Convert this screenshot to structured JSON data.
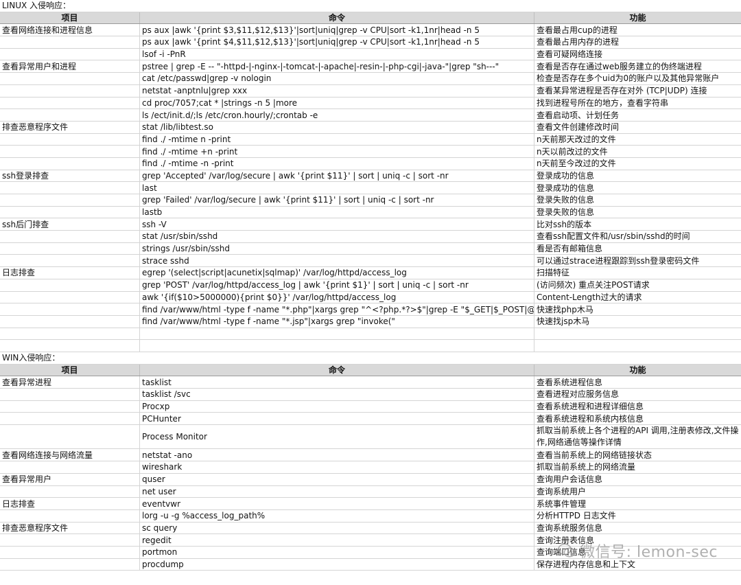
{
  "linux": {
    "title": "LINUX 入侵响应：",
    "headers": [
      "项目",
      "命令",
      "功能"
    ],
    "rows": [
      [
        "查看网络连接和进程信息",
        "ps aux |awk '{print $3,$11,$12,$13}'|sort|uniq|grep -v CPU|sort -k1,1nr|head -n 5",
        "查看最占用cup的进程"
      ],
      [
        "",
        "ps aux |awk '{print $4,$11,$12,$13}'|sort|uniq|grep -v CPU|sort -k1,1nr|head -n 5",
        "查看最占用内存的进程"
      ],
      [
        "",
        "lsof -i -PnR",
        "查看可疑网络连接"
      ],
      [
        "查看异常用户和进程",
        "pstree | grep -E -- \"-httpd-|-nginx-|-tomcat-|-apache|-resin-|-php-cgi|-java-\"|grep \"sh---\"",
        "查看是否存在通过web服务建立的伪终端进程"
      ],
      [
        "",
        "cat /etc/passwd|grep -v nologin",
        "检查是否存在多个uid为0的账户以及其他异常账户"
      ],
      [
        "",
        "netstat -anptnlu|grep xxx",
        "查看某异常进程是否存在对外 (TCP|UDP) 连接"
      ],
      [
        "",
        "cd proc/7057;cat * |strings -n 5 |more",
        "找到进程号所在的地方，查看字符串"
      ],
      [
        "",
        "ls /ect/init.d/;ls /etc/cron.hourly/;crontab -e",
        "查看启动项、计划任务"
      ],
      [
        "排查恶意程序文件",
        "stat /lib/libtest.so",
        "查看文件创建修改时间"
      ],
      [
        "",
        "find ./ -mtime n -print",
        "n天前那天改过的文件"
      ],
      [
        "",
        "find ./ -mtime +n -print",
        "n天以前改过的文件"
      ],
      [
        "",
        "find ./ -mtime -n -print",
        "n天前至今改过的文件"
      ],
      [
        "ssh登录排查",
        "grep 'Accepted' /var/log/secure | awk '{print $11}' | sort | uniq -c | sort -nr",
        "登录成功的信息"
      ],
      [
        "",
        "last",
        "登录成功的信息"
      ],
      [
        "",
        "grep 'Failed' /var/log/secure | awk '{print $11}' | sort | uniq -c | sort -nr",
        "登录失败的信息"
      ],
      [
        "",
        "lastb",
        "登录失败的信息"
      ],
      [
        "ssh后门排查",
        "ssh -V",
        "比对ssh的版本"
      ],
      [
        "",
        "stat /usr/sbin/sshd",
        "查看ssh配置文件和/usr/sbin/sshd的时间"
      ],
      [
        "",
        "strings /usr/sbin/sshd",
        "看是否有邮箱信息"
      ],
      [
        "",
        "strace sshd",
        "可以通过strace进程跟踪到ssh登录密码文件"
      ],
      [
        "日志排查",
        "egrep '(select|script|acunetix|sqlmap)' /var/log/httpd/access_log",
        "扫描特征"
      ],
      [
        "",
        "grep 'POST' /var/log/httpd/access_log | awk '{print $1}' | sort | uniq -c | sort -nr",
        "(访问频次) 重点关注POST请求"
      ],
      [
        "",
        "awk '{if($10>5000000){print $0}}' /var/log/httpd/access_log",
        "Content-Length过大的请求"
      ],
      [
        "",
        "find /var/www/html -type f -name \"*.php\"|xargs grep \"^<?php.*?>$\"|grep -E \"$_GET|$_POST|@eval\"",
        "快速找php木马"
      ],
      [
        "",
        "find /var/www/html -type f -name \"*.jsp\"|xargs grep \"invoke(\"",
        "快速找jsp木马"
      ]
    ]
  },
  "win": {
    "title": "WIN入侵响应：",
    "headers": [
      "项目",
      "命令",
      "功能"
    ],
    "rows": [
      [
        "查看异常进程",
        "tasklist",
        "查看系统进程信息"
      ],
      [
        "",
        "tasklist /svc",
        "查看进程对应服务信息"
      ],
      [
        "",
        "Procxp",
        "查看系统进程和进程详细信息"
      ],
      [
        "",
        "PCHunter",
        "查看系统进程和系统内核信息"
      ],
      [
        "",
        "Process Monitor",
        "抓取当前系统上各个进程的API 调用,注册表修改,文件操作,网络通信等操作详情"
      ],
      [
        "查看网络连接与网络流量",
        "netstat -ano",
        "查看当前系统上的网络链接状态"
      ],
      [
        "",
        "wireshark",
        "抓取当前系统上的网络流量"
      ],
      [
        "查看异常用户",
        "quser",
        "查询用户会话信息"
      ],
      [
        "",
        "net user",
        "查询系统用户"
      ],
      [
        "日志排查",
        "eventvwr",
        "系统事件管理"
      ],
      [
        "",
        "lorg -u -g %access_log_path%",
        "分析HTTPD 日志文件"
      ],
      [
        "排查恶意程序文件",
        "sc query",
        "查询系统服务信息"
      ],
      [
        "",
        "regedit",
        "查询注册表信息"
      ],
      [
        "",
        "portmon",
        "查询端口信息"
      ],
      [
        "",
        "procdump",
        "保存进程内存信息和上下文"
      ]
    ]
  },
  "watermark": "微信号: lemon-sec"
}
